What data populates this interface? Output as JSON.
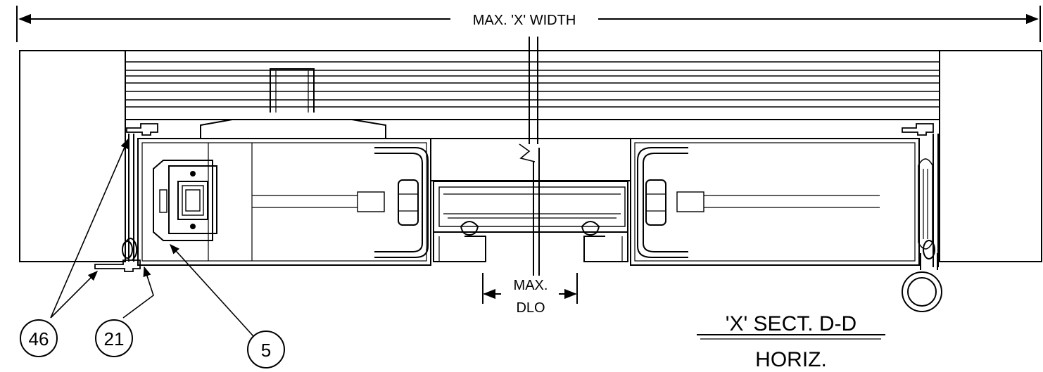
{
  "dimensions": {
    "overall_width": "MAX. 'X' WIDTH",
    "dlo_line1": "MAX.",
    "dlo_line2": "DLO"
  },
  "callouts": [
    {
      "number": "46"
    },
    {
      "number": "21"
    },
    {
      "number": "5"
    }
  ],
  "section": {
    "title": "'X' SECT. D-D",
    "subtitle": "HORIZ."
  }
}
